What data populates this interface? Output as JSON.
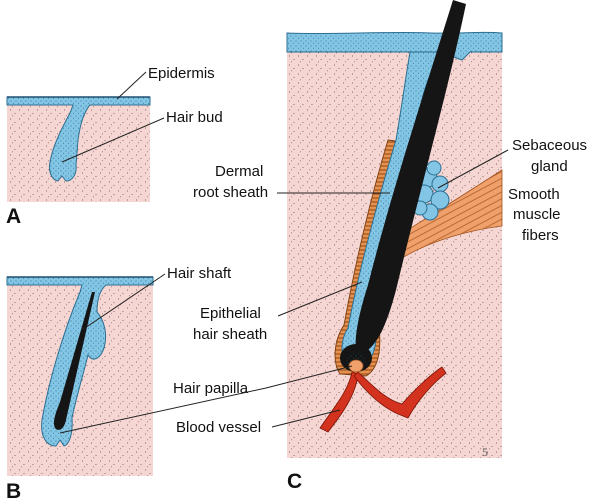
{
  "colors": {
    "dermis": "#f5d6d2",
    "epidermis": "#82c5e4",
    "epidermis_stroke": "#2d6f93",
    "hair": "#151515",
    "muscle": "#f0a06a",
    "root_sheath": "#e8914e",
    "vessel": "#d2321e",
    "stipple": "#6b4a4a"
  },
  "panels": {
    "a": {
      "letter": "A"
    },
    "b": {
      "letter": "B"
    },
    "c": {
      "letter": "C"
    }
  },
  "labels": {
    "epidermis": "Epidermis",
    "hair_bud": "Hair bud",
    "hair_shaft": "Hair shaft",
    "hair_papilla": "Hair papilla",
    "blood_vessel": "Blood vessel",
    "dermal_root_sheath_1": "Dermal",
    "dermal_root_sheath_2": "root sheath",
    "sebaceous_gland_1": "Sebaceous",
    "sebaceous_gland_2": "gland",
    "smooth_muscle_1": "Smooth",
    "smooth_muscle_2": "muscle",
    "smooth_muscle_3": "fibers",
    "epithelial_hair_sheath_1": "Epithelial",
    "epithelial_hair_sheath_2": "hair sheath"
  },
  "plate_number": "5"
}
